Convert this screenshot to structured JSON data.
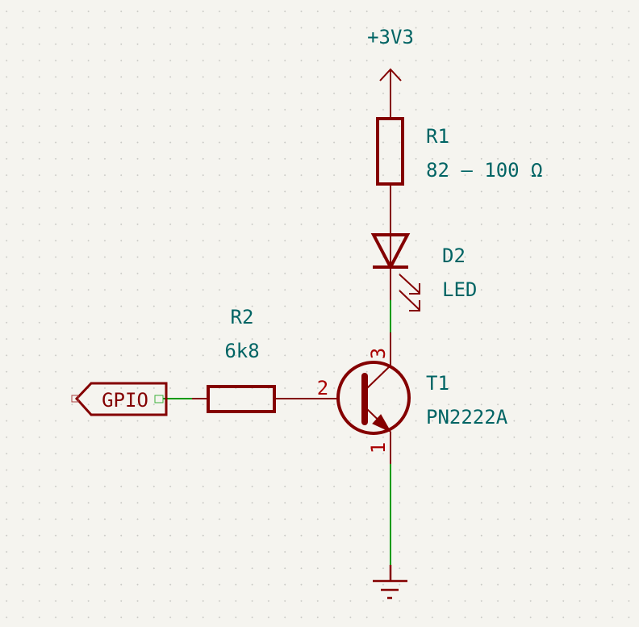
{
  "colors": {
    "symbol": "#840000",
    "wire": "#009a00",
    "text": "#006464",
    "pin": "#a90000",
    "background": "#f5f4ef"
  },
  "power": {
    "name": "+3V3"
  },
  "r1": {
    "ref": "R1",
    "value": "82 – 100 Ω"
  },
  "d2": {
    "ref": "D2",
    "value": "LED"
  },
  "r2": {
    "ref": "R2",
    "value": "6k8"
  },
  "t1": {
    "ref": "T1",
    "value": "PN2222A",
    "pins": {
      "base": "2",
      "collector": "3",
      "emitter": "1"
    }
  },
  "label": {
    "text": "GPIO"
  },
  "ground": {
    "icon": "ground-icon"
  }
}
